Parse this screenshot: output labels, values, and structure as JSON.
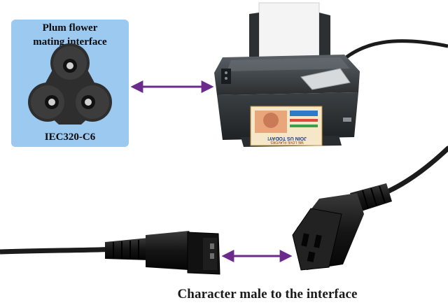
{
  "inset": {
    "title_line1": "Plum flower",
    "title_line2": "mating interface",
    "caption": "IEC320-C6"
  },
  "printer": {
    "photo_text_1": "JOIN US TODAY!",
    "photo_text_2": "WE LOVE FLAVORS"
  },
  "bottom_caption": "Character male to the interface",
  "colors": {
    "inset_bg": "#9cc9f0",
    "arrow": "#6b2b8c",
    "cable": "#1b1b1b",
    "printer_body": "#2f3336"
  }
}
